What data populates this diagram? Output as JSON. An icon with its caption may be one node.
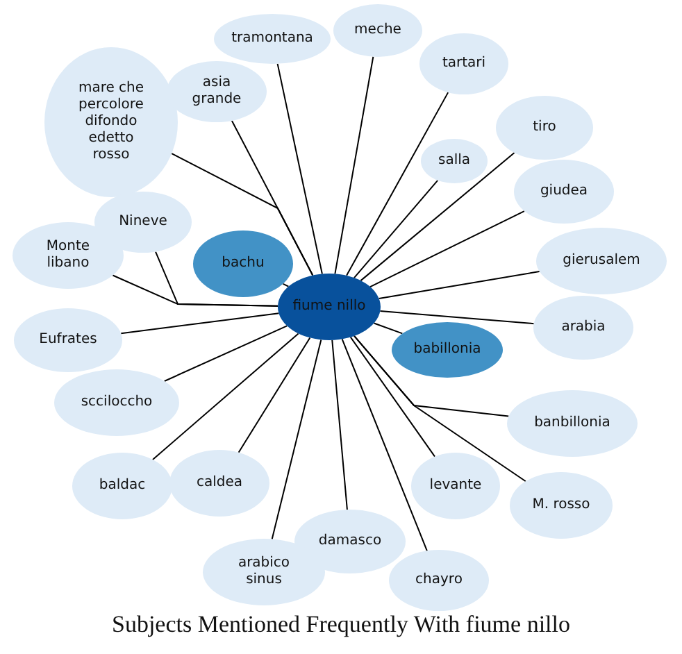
{
  "diagram": {
    "title": "Subjects Mentioned Frequently With fiume nillo",
    "nodes": [
      {
        "text": [
          "fiume nillo"
        ]
      },
      {
        "text": [
          "mare che percolore difondo edetto rosso"
        ]
      },
      {
        "text": [
          "asia grande"
        ]
      },
      {
        "text": [
          "tramontana"
        ]
      },
      {
        "text": [
          "meche"
        ]
      },
      {
        "text": [
          "tartari"
        ]
      },
      {
        "text": [
          "salla"
        ]
      },
      {
        "text": [
          "tiro"
        ]
      },
      {
        "text": [
          "giudea"
        ]
      },
      {
        "text": [
          "Nineve"
        ]
      },
      {
        "text": [
          "Monte libano"
        ]
      },
      {
        "text": [
          "bachu"
        ]
      },
      {
        "text": [
          "gierusalem"
        ]
      },
      {
        "text": [
          "babillonia"
        ]
      },
      {
        "text": [
          "Eufrates"
        ]
      },
      {
        "text": [
          "arabia"
        ]
      },
      {
        "text": [
          "scciloccho"
        ]
      },
      {
        "text": [
          "banbillonia"
        ]
      },
      {
        "text": [
          "baldac"
        ]
      },
      {
        "text": [
          "caldea"
        ]
      },
      {
        "text": [
          "levante"
        ]
      },
      {
        "text": [
          "M. rosso"
        ]
      },
      {
        "text": [
          "damasco"
        ]
      },
      {
        "text": [
          "arabico sinus"
        ]
      },
      {
        "text": [
          "chayro"
        ]
      }
    ],
    "edges": [
      {
        "from": 0,
        "to": 1,
        "arrow": "none"
      },
      {
        "from": 0,
        "to": 2,
        "arrow": "none"
      },
      {
        "from": 0,
        "to": 3,
        "arrow": "none"
      },
      {
        "from": 0,
        "to": 4,
        "arrow": "none"
      },
      {
        "from": 0,
        "to": 5,
        "arrow": "none"
      },
      {
        "from": 0,
        "to": 6,
        "arrow": "none"
      },
      {
        "from": 0,
        "to": 7,
        "arrow": "none"
      },
      {
        "from": 0,
        "to": 8,
        "arrow": "none"
      },
      {
        "from": 0,
        "to": 9,
        "arrow": "none"
      },
      {
        "from": 0,
        "to": 10,
        "arrow": "none"
      },
      {
        "from": 0,
        "to": 11,
        "arrow": "none"
      },
      {
        "from": 0,
        "to": 12,
        "arrow": "none"
      },
      {
        "from": 0,
        "to": 13,
        "arrow": "none"
      },
      {
        "from": 0,
        "to": 14,
        "arrow": "none"
      },
      {
        "from": 0,
        "to": 15,
        "arrow": "none"
      },
      {
        "from": 0,
        "to": 16,
        "arrow": "none"
      },
      {
        "from": 0,
        "to": 17,
        "arrow": "none"
      },
      {
        "from": 0,
        "to": 18,
        "arrow": "none"
      },
      {
        "from": 0,
        "to": 19,
        "arrow": "none"
      },
      {
        "from": 0,
        "to": 20,
        "arrow": "none"
      },
      {
        "from": 0,
        "to": 21,
        "arrow": "none"
      },
      {
        "from": 0,
        "to": 22,
        "arrow": "none"
      },
      {
        "from": 0,
        "to": 23,
        "arrow": "none"
      },
      {
        "from": 0,
        "to": 24,
        "arrow": "none"
      }
    ]
  }
}
